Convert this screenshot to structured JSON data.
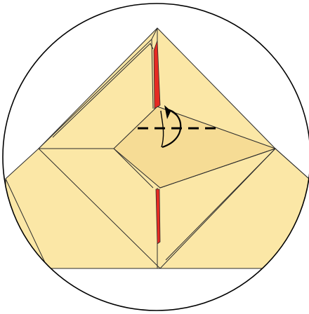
{
  "diagram": {
    "type": "origami-fold-step",
    "colors": {
      "background": "#ffffff",
      "paper": "#fbe7a6",
      "paper_shade": "#f6dc95",
      "crease_line": "#2b2b2b",
      "inner_slit": "#e52a22",
      "frame": "#000000",
      "arrow": "#000000"
    },
    "symbols": [
      "valley-fold-line",
      "fold-direction-arrow"
    ]
  }
}
